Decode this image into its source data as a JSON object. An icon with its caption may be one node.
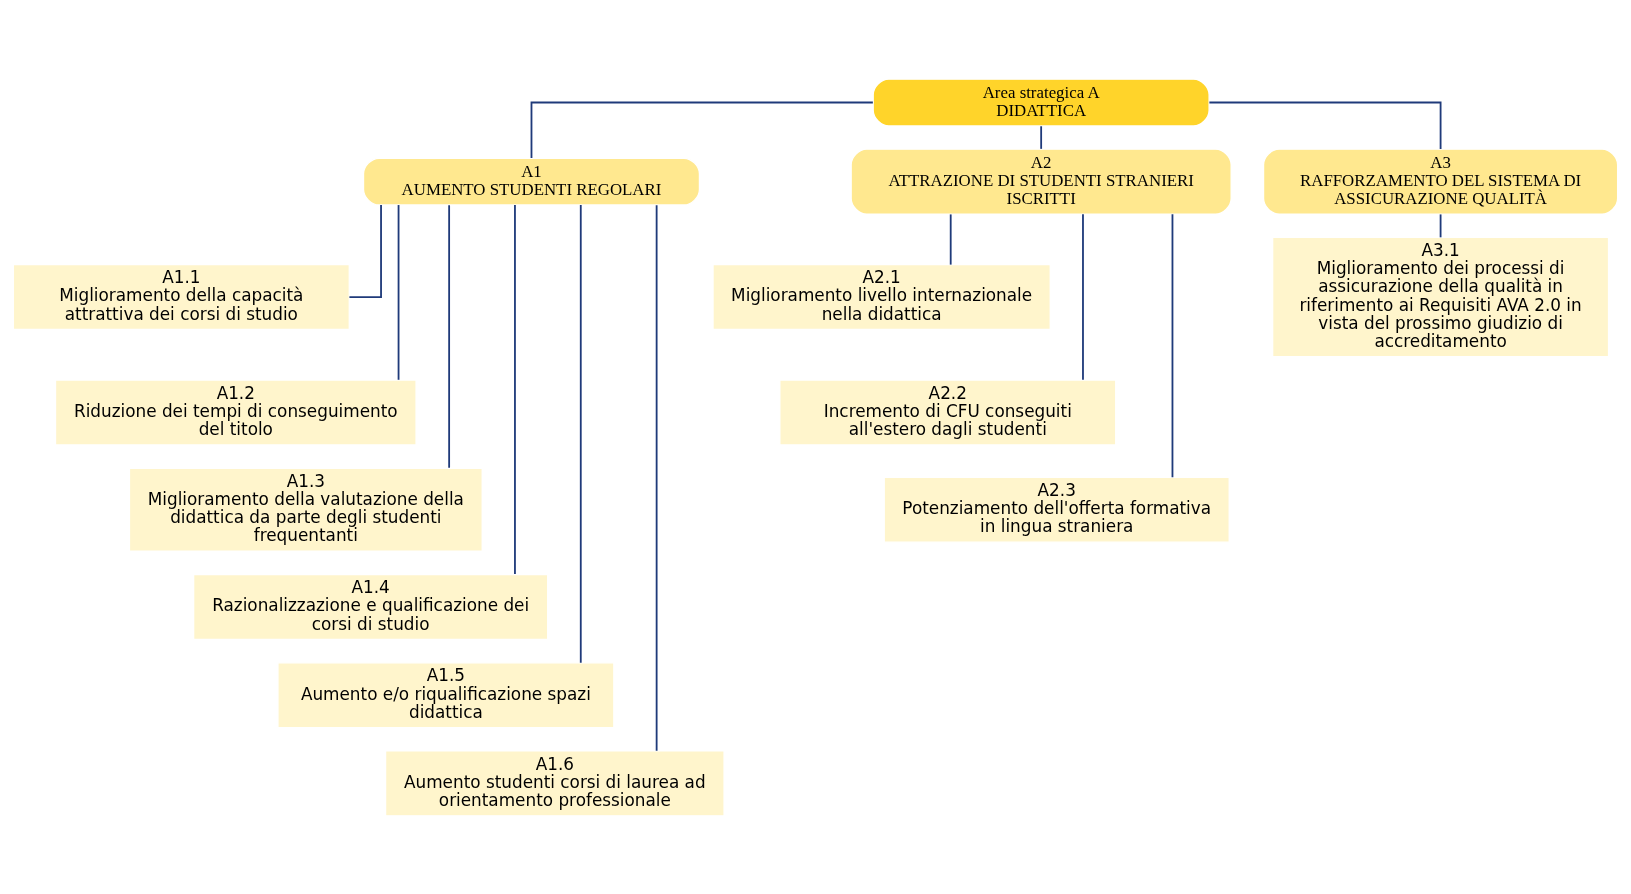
{
  "diagram": {
    "nodes": [
      {
        "text": [
          "Area strategica A",
          "DIDATTICA"
        ]
      },
      {
        "text": [
          "A1",
          "AUMENTO STUDENTI REGOLARI"
        ]
      },
      {
        "text": [
          "A2",
          "ATTRAZIONE DI STUDENTI STRANIERI ISCRITTI"
        ]
      },
      {
        "text": [
          "A3",
          "RAFFORZAMENTO DEL SISTEMA DI ASSICURAZIONE QUALITÀ"
        ]
      },
      {
        "text": [
          "A1.1",
          "Miglioramento della capacità attrattiva dei corsi di studio"
        ]
      },
      {
        "text": [
          "A1.2",
          "Riduzione dei tempi di conseguimento del titolo"
        ]
      },
      {
        "text": [
          "A1.3",
          "Miglioramento della valutazione della didattica da parte degli studenti frequentanti"
        ]
      },
      {
        "text": [
          "A1.4",
          "Razionalizzazione e qualificazione dei corsi di studio"
        ]
      },
      {
        "text": [
          "A1.5",
          "Aumento e/o riqualificazione spazi didattica"
        ]
      },
      {
        "text": [
          "A1.6",
          "Aumento studenti corsi di laurea ad orientamento professionale"
        ]
      },
      {
        "text": [
          "A2.1",
          "Miglioramento livello internazionale nella didattica"
        ]
      },
      {
        "text": [
          "A2.2",
          "Incremento di CFU conseguiti all'estero dagli studenti"
        ]
      },
      {
        "text": [
          "A2.3",
          "Potenziamento dell'offerta formativa in lingua straniera"
        ]
      },
      {
        "text": [
          "A3.1",
          "Miglioramento dei processi di assicurazione della qualità in riferimento ai Requisiti AVA 2.0 in vista del prossimo giudizio di accreditamento"
        ]
      }
    ],
    "edges": [
      {
        "from": 0,
        "to": 1,
        "arrow": "none"
      },
      {
        "from": 0,
        "to": 2,
        "arrow": "none"
      },
      {
        "from": 0,
        "to": 3,
        "arrow": "none"
      },
      {
        "from": 1,
        "to": 4,
        "arrow": "none"
      },
      {
        "from": 1,
        "to": 5,
        "arrow": "none"
      },
      {
        "from": 1,
        "to": 6,
        "arrow": "none"
      },
      {
        "from": 1,
        "to": 7,
        "arrow": "none"
      },
      {
        "from": 1,
        "to": 8,
        "arrow": "none"
      },
      {
        "from": 1,
        "to": 9,
        "arrow": "none"
      },
      {
        "from": 2,
        "to": 10,
        "arrow": "none"
      },
      {
        "from": 2,
        "to": 11,
        "arrow": "none"
      },
      {
        "from": 2,
        "to": 12,
        "arrow": "none"
      },
      {
        "from": 3,
        "to": 13,
        "arrow": "none"
      }
    ]
  }
}
